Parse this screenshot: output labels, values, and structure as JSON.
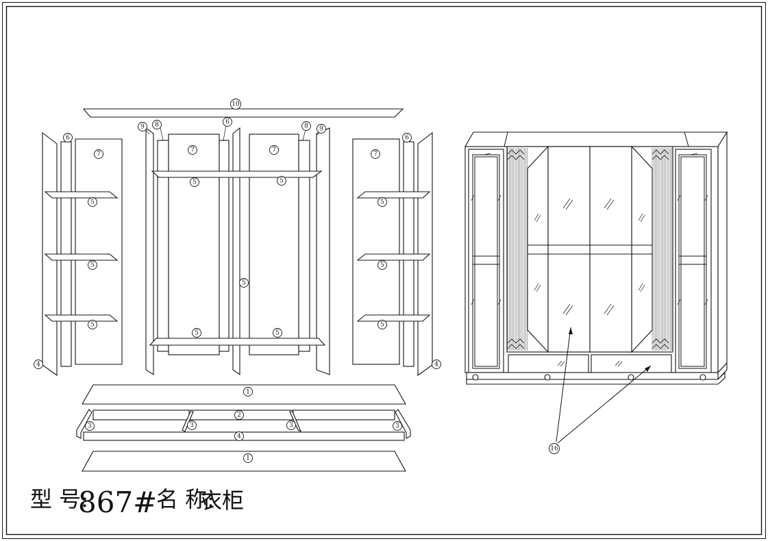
{
  "callouts": {
    "n1": "1",
    "n2": "2",
    "n3": "3",
    "n4": "4",
    "n5": "5",
    "n6": "6",
    "n7": "7",
    "n8": "8",
    "n9": "9",
    "n10": "10",
    "n16": "16"
  },
  "title": {
    "model_label": "型 号:",
    "model_number": "867#",
    "name_label": "名 称:",
    "name_value": "衣柜"
  }
}
